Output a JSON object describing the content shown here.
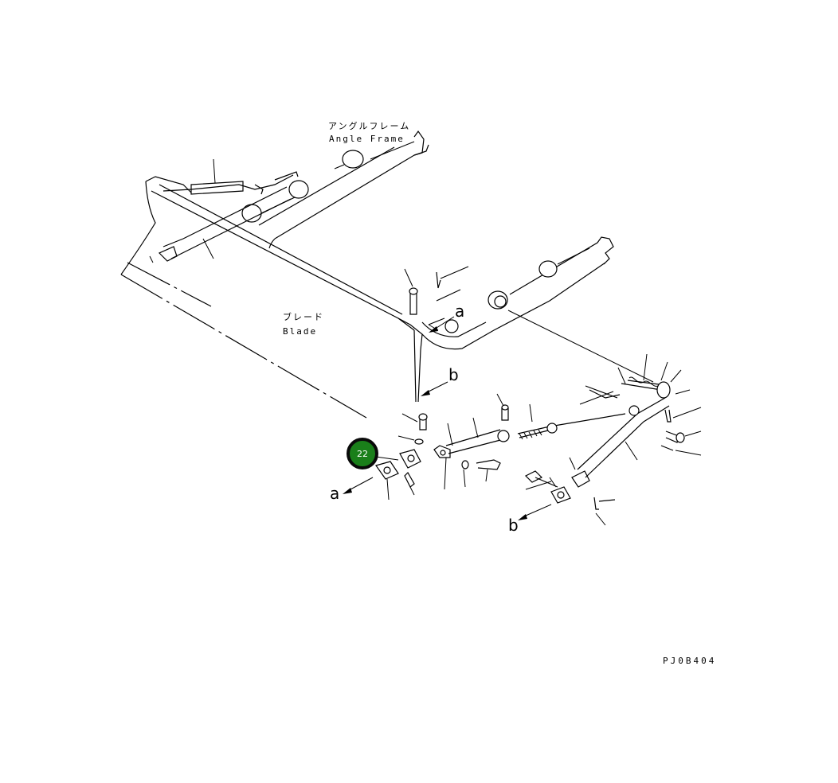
{
  "labels": {
    "angle_frame_jp": "アングルフレーム",
    "angle_frame_en": "Angle Frame",
    "blade_jp": "ブレード",
    "blade_en": "Blade",
    "view_a_top": "a",
    "view_b_top": "b",
    "view_a_bottom": "a",
    "view_b_bottom": "b",
    "drawing_code": "PJ0B404"
  },
  "callouts": [
    {
      "number": "22",
      "color": "#1a7f1a",
      "border": "#0a0a0a"
    }
  ]
}
